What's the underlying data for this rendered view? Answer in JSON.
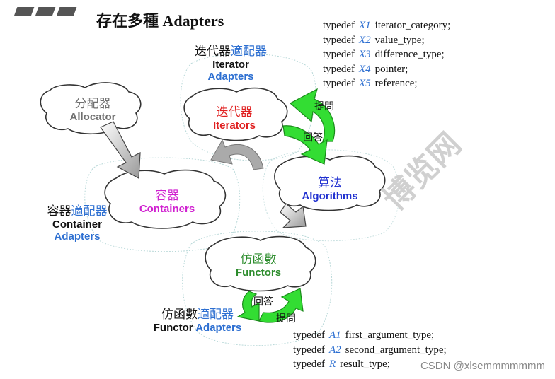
{
  "title": "存在多種 Adapters",
  "typedef_top": [
    {
      "kw": "typedef",
      "var": "X1",
      "name": "iterator_category;"
    },
    {
      "kw": "typedef",
      "var": "X2",
      "name": "value_type;"
    },
    {
      "kw": "typedef",
      "var": "X3",
      "name": "difference_type;"
    },
    {
      "kw": "typedef",
      "var": "X4",
      "name": "pointer;"
    },
    {
      "kw": "typedef",
      "var": "X5",
      "name": "reference;"
    }
  ],
  "typedef_bottom": [
    {
      "kw": "typedef",
      "var": "A1",
      "name": "first_argument_type;"
    },
    {
      "kw": "typedef",
      "var": "A2",
      "name": "second_argument_type;"
    },
    {
      "kw": "typedef",
      "var": "R",
      "name": "result_type;"
    }
  ],
  "nodes": {
    "allocator": {
      "zh": "分配器",
      "en": "Allocator"
    },
    "iterators": {
      "zh": "迭代器",
      "en": "Iterators"
    },
    "algorithms": {
      "zh": "算法",
      "en": "Algorithms"
    },
    "containers": {
      "zh": "容器",
      "en": "Containers"
    },
    "functors": {
      "zh": "仿函數",
      "en": "Functors"
    }
  },
  "adapters": {
    "iterator": {
      "zh1": "迭代器",
      "zh2": "適配器",
      "en1": "Iterator",
      "en2": "Adapters"
    },
    "container": {
      "zh1": "容器",
      "zh2": "適配器",
      "en1": "Container",
      "en2": "Adapters"
    },
    "functor": {
      "zh1": "仿函數",
      "zh2": "適配器",
      "en1": "Functor",
      "en2": "Adapters"
    }
  },
  "arrow_labels": {
    "ask": "提問",
    "answer": "回答"
  },
  "watermark": "CSDN @xlsemmmmmmm",
  "colors": {
    "iterators": "#e02020",
    "algorithms": "#2030d0",
    "containers": "#d020d0",
    "functors": "#2c8c2c",
    "allocator": "#707070",
    "adapter_blue": "#2d6fd1",
    "arrow_green": "#33dd33"
  }
}
